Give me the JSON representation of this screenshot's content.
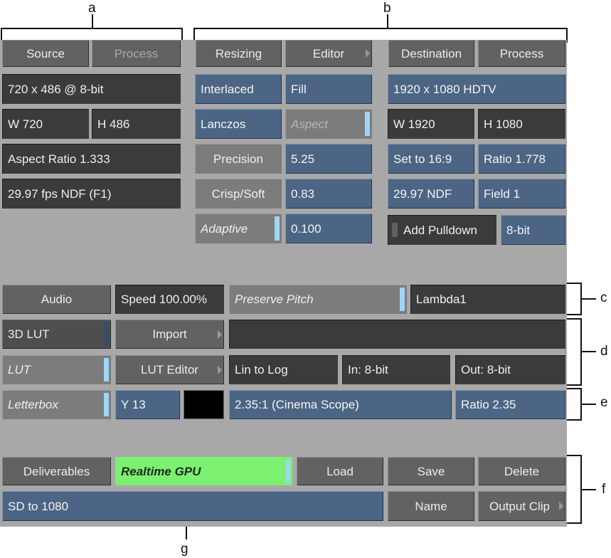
{
  "callouts": {
    "a": "a",
    "b": "b",
    "c": "c",
    "d": "d",
    "e": "e",
    "f": "f",
    "g": "g"
  },
  "source": {
    "tab_source": "Source",
    "tab_process": "Process",
    "resolution": "720 x 486 @ 8-bit",
    "width": "W 720",
    "height": "H 486",
    "aspect_ratio": "Aspect Ratio 1.333",
    "frame_rate": "29.97 fps NDF (F1)"
  },
  "resize": {
    "tab_resizing": "Resizing",
    "tab_editor": "Editor",
    "interlaced": "Interlaced",
    "fit_mode": "Fill",
    "filter": "Lanczos",
    "aspect": "Aspect",
    "precision_label": "Precision",
    "precision_value": "5.25",
    "crisp_label": "Crisp/Soft",
    "crisp_value": "0.83",
    "adaptive_label": "Adaptive",
    "adaptive_value": "0.100"
  },
  "destination": {
    "tab_destination": "Destination",
    "tab_process": "Process",
    "resolution": "1920 x 1080 HDTV",
    "width": "W 1920",
    "height": "H 1080",
    "set_ratio": "Set to 16:9",
    "ratio": "Ratio 1.778",
    "frame_rate": "29.97 NDF",
    "field": "Field 1",
    "add_pulldown": "Add Pulldown",
    "bit_depth": "8-bit"
  },
  "audio": {
    "audio_button": "Audio",
    "speed": "Speed 100.00%",
    "preserve_pitch": "Preserve Pitch",
    "algorithm": "Lambda1"
  },
  "lut": {
    "lut3d": "3D LUT",
    "import": "Import",
    "lut": "LUT",
    "lut_editor": "LUT Editor",
    "conversion": "Lin to Log",
    "in": "In: 8-bit",
    "out": "Out: 8-bit"
  },
  "letterbox": {
    "letterbox": "Letterbox",
    "y": "Y 13",
    "preset": "2.35:1 (Cinema Scope)",
    "ratio": "Ratio 2.35"
  },
  "deliverables": {
    "deliverables": "Deliverables",
    "mode": "Realtime GPU",
    "load": "Load",
    "save": "Save",
    "delete": "Delete",
    "name_value": "SD to 1080",
    "name": "Name",
    "output_clip": "Output Clip"
  }
}
